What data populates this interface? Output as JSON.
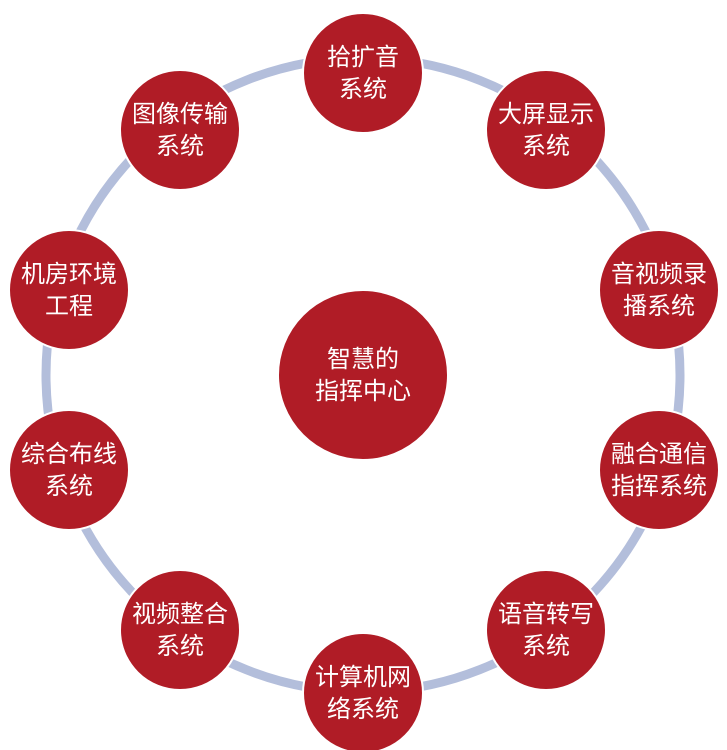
{
  "diagram": {
    "center": {
      "lines": [
        "智慧的",
        "指挥中心"
      ]
    },
    "nodes": [
      {
        "lines": [
          "拾扩音",
          "系统"
        ]
      },
      {
        "lines": [
          "大屏显示",
          "系统"
        ]
      },
      {
        "lines": [
          "音视频录",
          "播系统"
        ]
      },
      {
        "lines": [
          "融合通信",
          "指挥系统"
        ]
      },
      {
        "lines": [
          "语音转写",
          "系统"
        ]
      },
      {
        "lines": [
          "计算机网",
          "络系统"
        ]
      },
      {
        "lines": [
          "视频整合",
          "系统"
        ]
      },
      {
        "lines": [
          "综合布线",
          "系统"
        ]
      },
      {
        "lines": [
          "机房环境",
          "工程"
        ]
      },
      {
        "lines": [
          "图像传输",
          "系统"
        ]
      }
    ]
  },
  "colors": {
    "node_fill": "#b01c26",
    "node_stroke": "#ffffff",
    "ring": "#b3bedb",
    "text": "#ffffff"
  }
}
